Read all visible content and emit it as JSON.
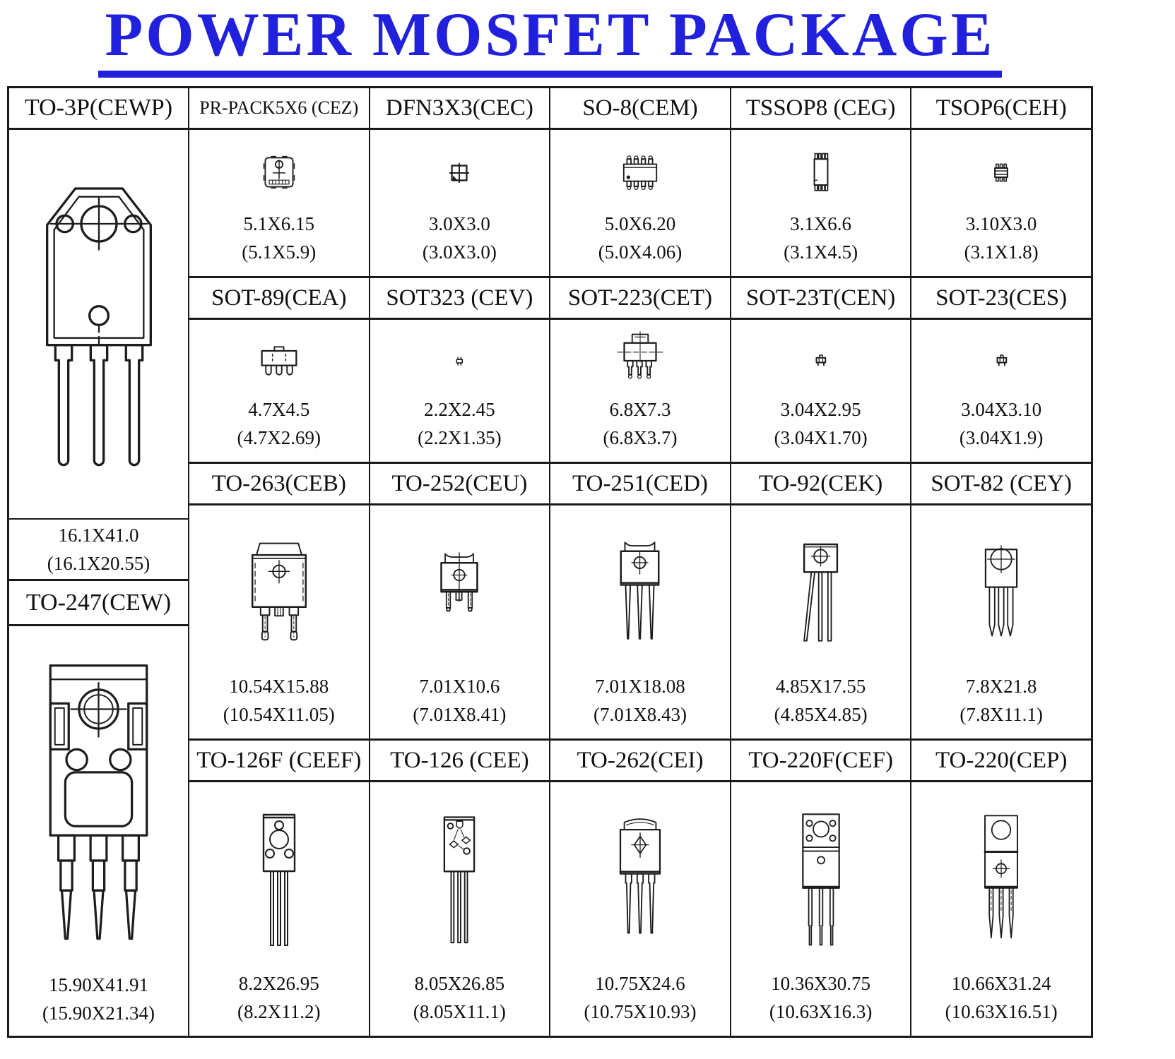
{
  "title": "POWER MOSFET PACKAGE",
  "colors": {
    "title_blue": "#2121dd",
    "table_line": "#1a1a1a"
  },
  "left": {
    "top": {
      "name": "TO-3P(CEWP)",
      "dim": "16.1X41.0",
      "paren": "(16.1X20.55)"
    },
    "bottom": {
      "name": "TO-247(CEW)",
      "dim": "15.90X41.91",
      "paren": "(15.90X21.34)"
    }
  },
  "bands": [
    {
      "cells": [
        {
          "name": "PR-PACK5X6 (CEZ)",
          "dim": "5.1X6.15",
          "paren": "(5.1X5.9)"
        },
        {
          "name": "DFN3X3(CEC)",
          "dim": "3.0X3.0",
          "paren": "(3.0X3.0)"
        },
        {
          "name": "SO-8(CEM)",
          "dim": "5.0X6.20",
          "paren": "(5.0X4.06)"
        },
        {
          "name": "TSSOP8 (CEG)",
          "dim": "3.1X6.6",
          "paren": "(3.1X4.5)"
        },
        {
          "name": "TSOP6(CEH)",
          "dim": "3.10X3.0",
          "paren": "(3.1X1.8)"
        }
      ]
    },
    {
      "cells": [
        {
          "name": "SOT-89(CEA)",
          "dim": "4.7X4.5",
          "paren": "(4.7X2.69)"
        },
        {
          "name": "SOT323 (CEV)",
          "dim": "2.2X2.45",
          "paren": "(2.2X1.35)"
        },
        {
          "name": "SOT-223(CET)",
          "dim": "6.8X7.3",
          "paren": "(6.8X3.7)"
        },
        {
          "name": "SOT-23T(CEN)",
          "dim": "3.04X2.95",
          "paren": "(3.04X1.70)"
        },
        {
          "name": "SOT-23(CES)",
          "dim": "3.04X3.10",
          "paren": "(3.04X1.9)"
        }
      ]
    },
    {
      "cells": [
        {
          "name": "TO-263(CEB)",
          "dim": "10.54X15.88",
          "paren": "(10.54X11.05)"
        },
        {
          "name": "TO-252(CEU)",
          "dim": "7.01X10.6",
          "paren": "(7.01X8.41)"
        },
        {
          "name": "TO-251(CED)",
          "dim": "7.01X18.08",
          "paren": "(7.01X8.43)"
        },
        {
          "name": "TO-92(CEK)",
          "dim": "4.85X17.55",
          "paren": "(4.85X4.85)"
        },
        {
          "name": "SOT-82 (CEY)",
          "dim": "7.8X21.8",
          "paren": "(7.8X11.1)"
        }
      ]
    },
    {
      "cells": [
        {
          "name": "TO-126F (CEEF)",
          "dim": "8.2X26.95",
          "paren": "(8.2X11.2)"
        },
        {
          "name": "TO-126 (CEE)",
          "dim": "8.05X26.85",
          "paren": "(8.05X11.1)"
        },
        {
          "name": "TO-262(CEI)",
          "dim": "10.75X24.6",
          "paren": "(10.75X10.93)"
        },
        {
          "name": "TO-220F(CEF)",
          "dim": "10.36X30.75",
          "paren": "(10.63X16.3)"
        },
        {
          "name": "TO-220(CEP)",
          "dim": "10.66X31.24",
          "paren": "(10.63X16.51)"
        }
      ]
    }
  ]
}
